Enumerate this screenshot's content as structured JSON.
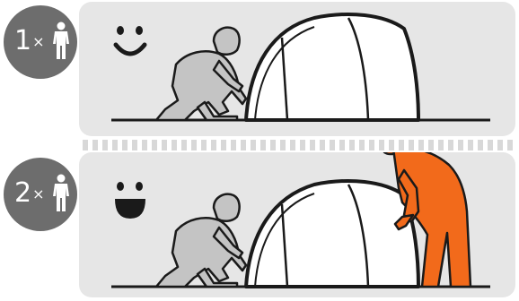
{
  "panels": [
    {
      "count_label": "1",
      "multiplier": "×",
      "person_icon": "person-icon",
      "face_icon": "smile-face-icon",
      "expression": "smile",
      "helpers": 1
    },
    {
      "count_label": "2",
      "multiplier": "×",
      "person_icon": "person-icon",
      "face_icon": "laughing-face-icon",
      "expression": "laugh",
      "helpers": 2
    }
  ],
  "colors": {
    "panel_bg": "#e6e6e6",
    "badge_bg": "#6d6d6d",
    "person_gray": "#c4c4c4",
    "person_highlight": "#f26a1b",
    "outline": "#1a1a1a"
  }
}
